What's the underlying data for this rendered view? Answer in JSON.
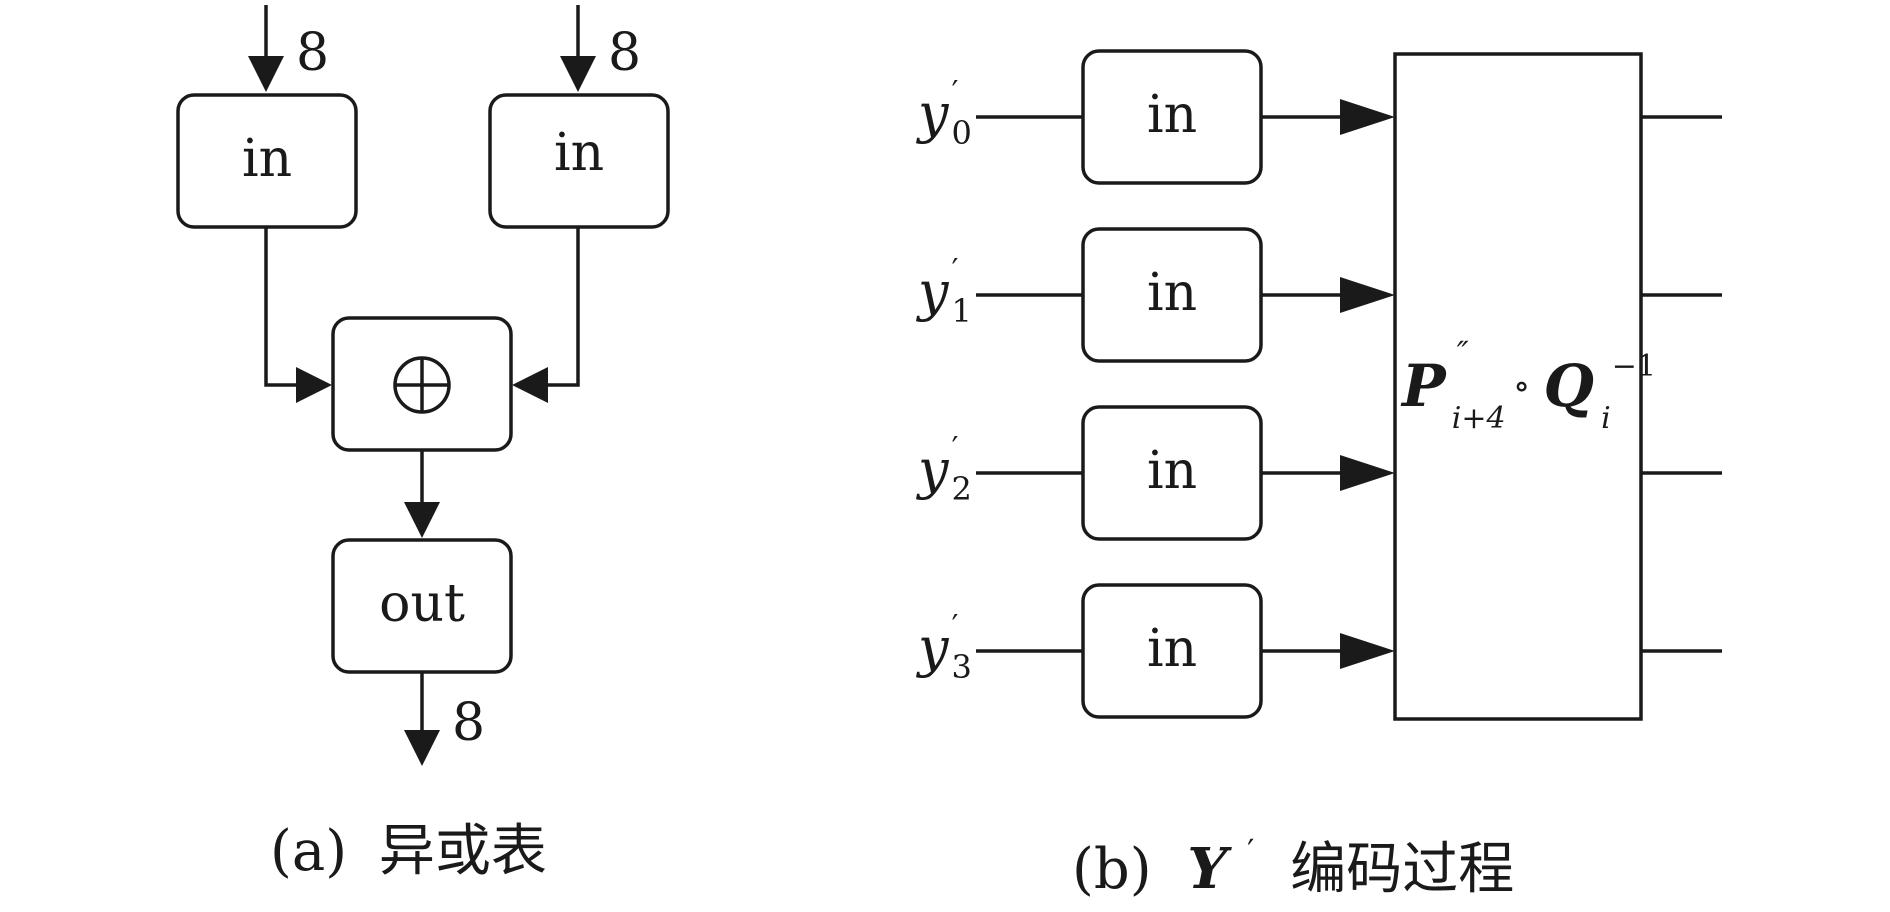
{
  "diagram_a": {
    "input_box_left": "in",
    "input_box_right": "in",
    "xor_symbol": "⊕",
    "output_box": "out",
    "bit_width_in_left": "8",
    "bit_width_in_right": "8",
    "bit_width_out": "8",
    "caption_prefix": "(a)",
    "caption_text": "异或表"
  },
  "diagram_b": {
    "inputs": [
      {
        "var": "y",
        "prime": "′",
        "sub": "0",
        "box": "in"
      },
      {
        "var": "y",
        "prime": "′",
        "sub": "1",
        "box": "in"
      },
      {
        "var": "y",
        "prime": "′",
        "sub": "2",
        "box": "in"
      },
      {
        "var": "y",
        "prime": "′",
        "sub": "3",
        "box": "in"
      }
    ],
    "transform": {
      "P": "P",
      "P_sup": "″",
      "P_sub": "i+4",
      "compose": "∘",
      "Q": "Q",
      "Q_sub": "i",
      "Q_sup": "−1"
    },
    "caption_prefix": "(b)",
    "caption_var": "Y",
    "caption_prime": "′",
    "caption_text": "编码过程"
  },
  "colors": {
    "ink": "#1a1a1a",
    "background": "#ffffff"
  }
}
